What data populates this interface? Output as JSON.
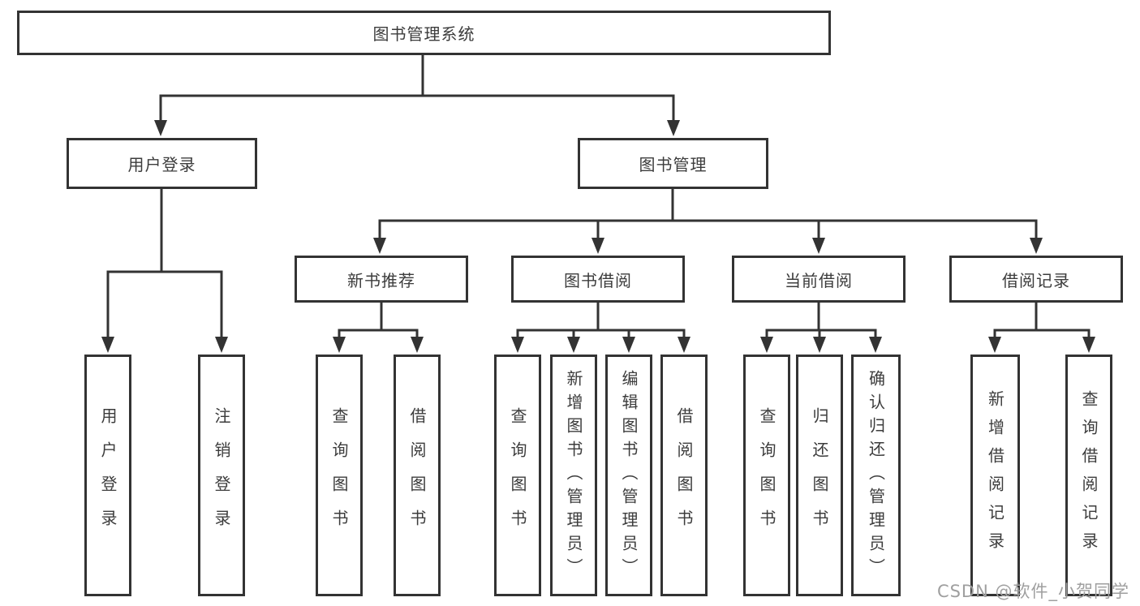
{
  "tree": {
    "root": "图书管理系统",
    "branches": [
      {
        "label": "用户登录",
        "children": [
          "用户登录",
          "注销登录"
        ]
      },
      {
        "label": "图书管理",
        "groups": [
          {
            "label": "新书推荐",
            "children": [
              "查询图书",
              "借阅图书"
            ]
          },
          {
            "label": "图书借阅",
            "children": [
              "查询图书",
              "新增图书（管理员）",
              "编辑图书（管理员）",
              "借阅图书"
            ]
          },
          {
            "label": "当前借阅",
            "children": [
              "查询图书",
              "归还图书",
              "确认归还（管理员）"
            ]
          },
          {
            "label": "借阅记录",
            "children": [
              "新增借阅记录",
              "查询借阅记录"
            ]
          }
        ]
      }
    ]
  },
  "watermark": {
    "text": "CSDN @软件_小贺同学"
  },
  "colors": {
    "line": "#333333",
    "box_border": "#333333",
    "text": "#3c3c3c",
    "background": "#ffffff",
    "watermark": "#9f9f9f"
  }
}
